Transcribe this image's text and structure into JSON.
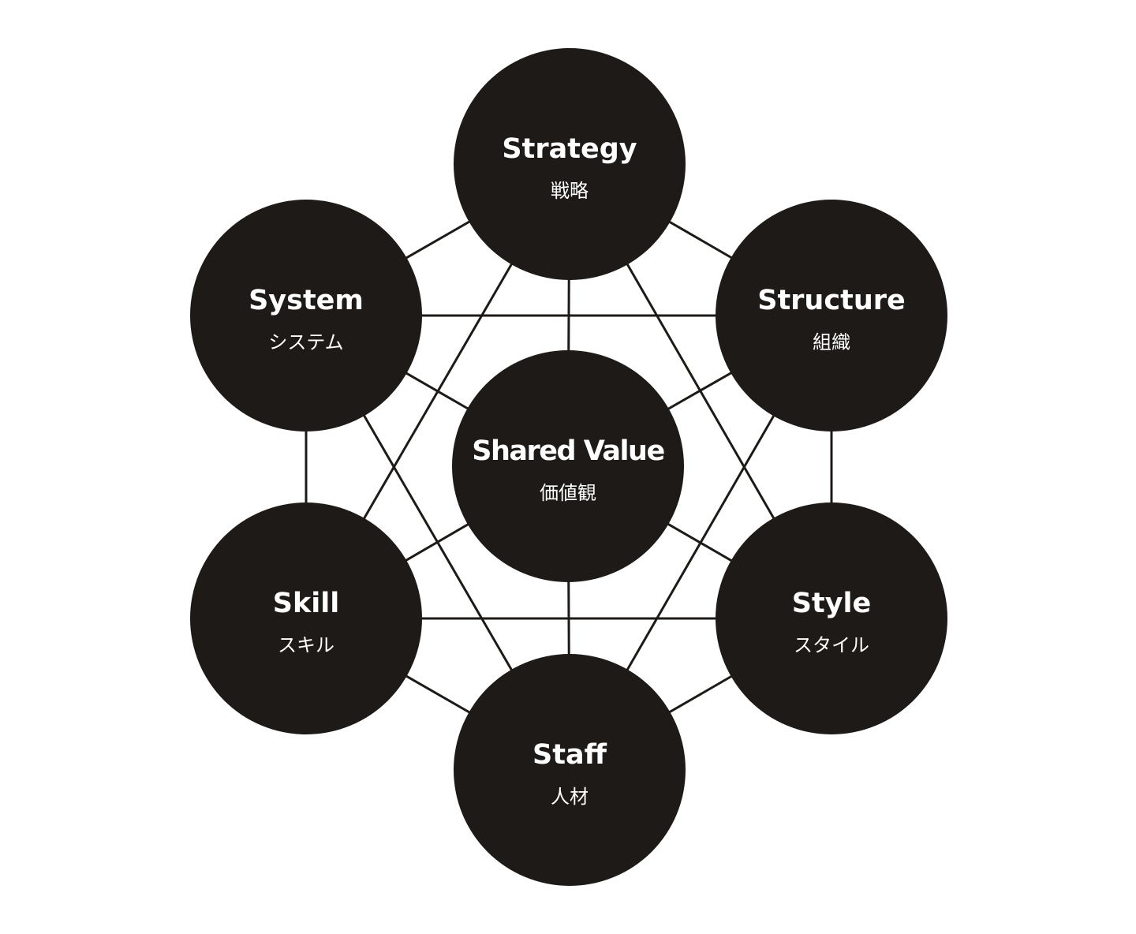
{
  "colors": {
    "node": "#1d1a17",
    "line": "#1d1a17",
    "text": "#ffffff"
  },
  "nodes": [
    {
      "id": "strategy",
      "en": "Strategy",
      "jp": "戦略"
    },
    {
      "id": "structure",
      "en": "Structure",
      "jp": "組織"
    },
    {
      "id": "style",
      "en": "Style",
      "jp": "スタイル"
    },
    {
      "id": "staff",
      "en": "Staff",
      "jp": "人材"
    },
    {
      "id": "skill",
      "en": "Skill",
      "jp": "スキル"
    },
    {
      "id": "system",
      "en": "System",
      "jp": "システム"
    },
    {
      "id": "shared-value",
      "en": "Shared Value",
      "jp": "価値観"
    }
  ],
  "edges": [
    [
      "strategy",
      "structure"
    ],
    [
      "structure",
      "style"
    ],
    [
      "style",
      "staff"
    ],
    [
      "staff",
      "skill"
    ],
    [
      "skill",
      "system"
    ],
    [
      "system",
      "strategy"
    ],
    [
      "system",
      "structure"
    ],
    [
      "skill",
      "style"
    ],
    [
      "strategy",
      "skill"
    ],
    [
      "strategy",
      "style"
    ],
    [
      "structure",
      "staff"
    ],
    [
      "system",
      "staff"
    ],
    [
      "shared-value",
      "strategy"
    ],
    [
      "shared-value",
      "structure"
    ],
    [
      "shared-value",
      "style"
    ],
    [
      "shared-value",
      "staff"
    ],
    [
      "shared-value",
      "skill"
    ],
    [
      "shared-value",
      "system"
    ]
  ]
}
